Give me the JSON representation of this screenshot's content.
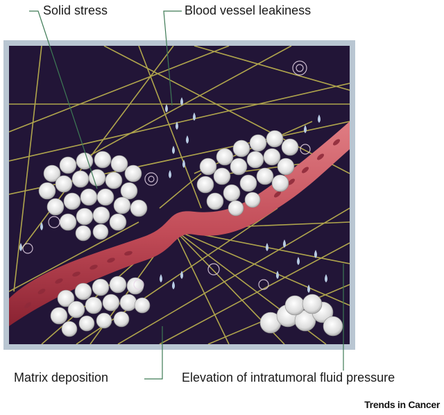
{
  "labels": {
    "solid_stress": "Solid stress",
    "blood_vessel_leakiness": "Blood vessel leakiness",
    "matrix_deposition": "Matrix deposition",
    "fluid_pressure": "Elevation of intratumoral fluid pressure"
  },
  "brand": "Trends in Cancer",
  "colors": {
    "frame": "#b9c6d2",
    "background": "#221537",
    "vessel": "#c45a63",
    "vessel_dark": "#8f2b3a",
    "fiber": "#b8ad4e",
    "cell": "#dedede",
    "fluid_drop": "#b8cce4",
    "leader_line": "#3e7a55"
  }
}
